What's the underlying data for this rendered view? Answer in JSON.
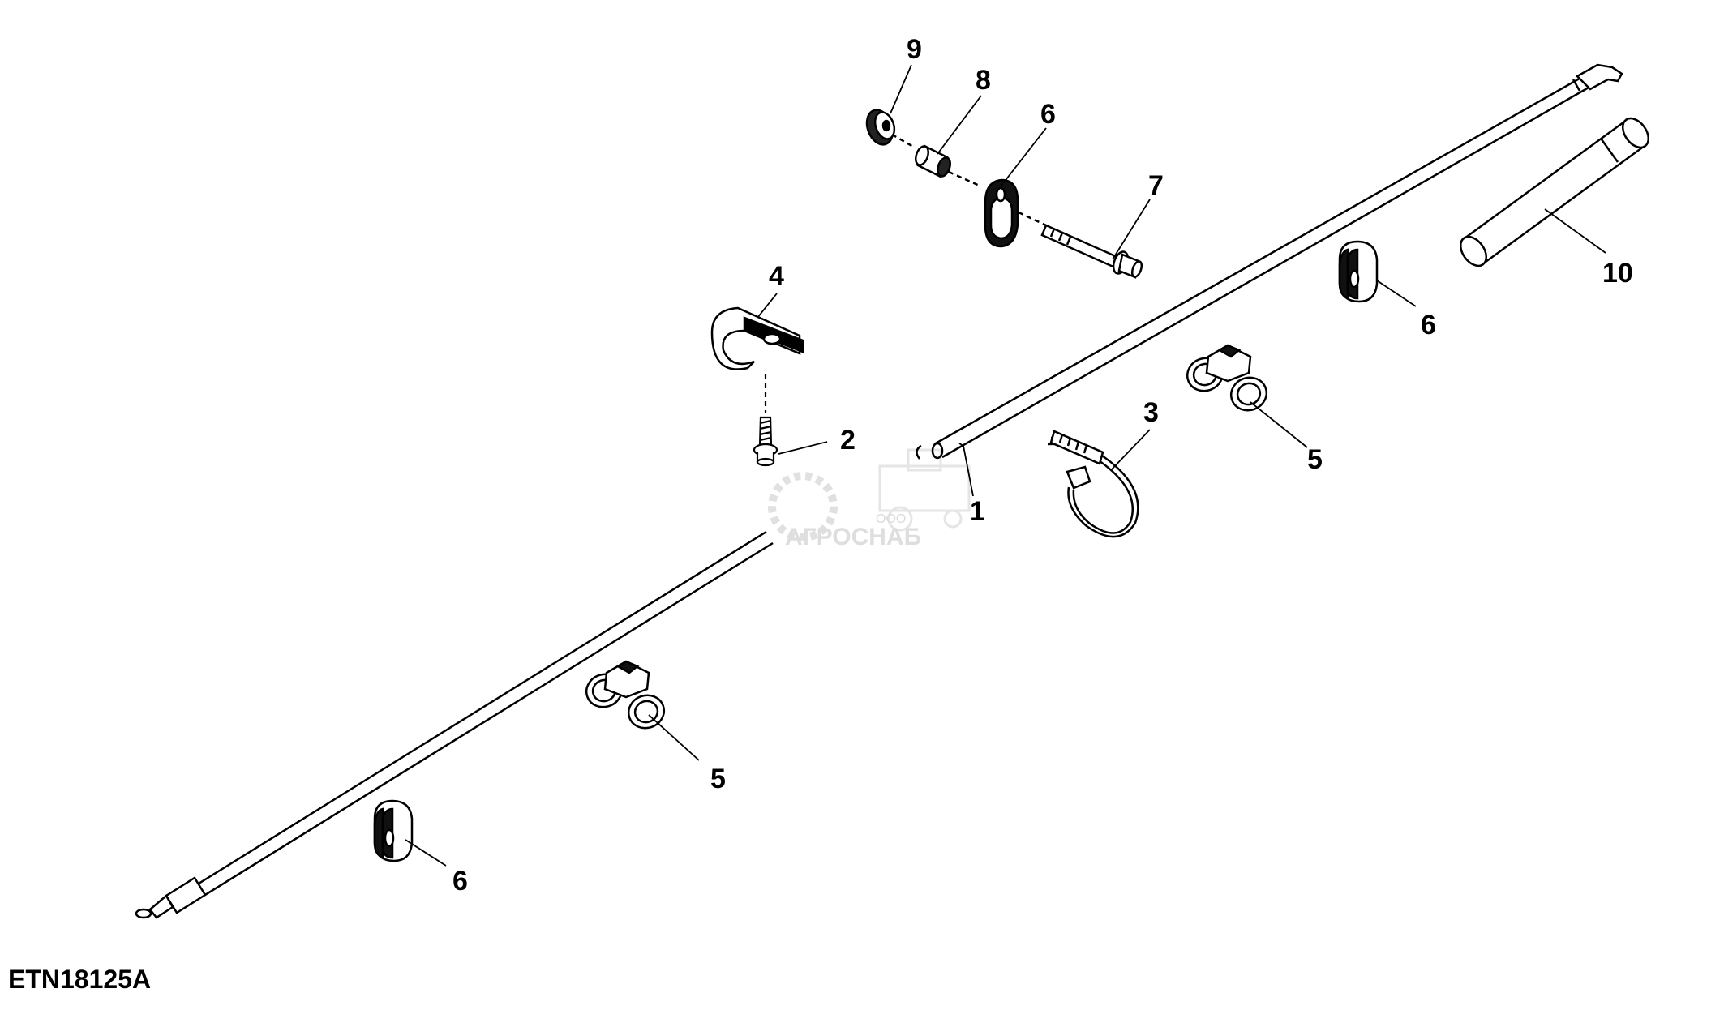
{
  "diagram": {
    "callouts": {
      "c1": "1",
      "c2": "2",
      "c3": "3",
      "c4": "4",
      "c5a": "5",
      "c5b": "5",
      "c6a": "6",
      "c6b": "6",
      "c6c": "6",
      "c7": "7",
      "c8": "8",
      "c9": "9",
      "c10": "10"
    },
    "figure_code": "ETN18125A",
    "watermark": {
      "company_prefix": "ООО",
      "company_name": "АГРОСНАБ"
    }
  },
  "colors": {
    "line": "#000000",
    "background": "#ffffff",
    "watermark": "#c4c4c4"
  }
}
